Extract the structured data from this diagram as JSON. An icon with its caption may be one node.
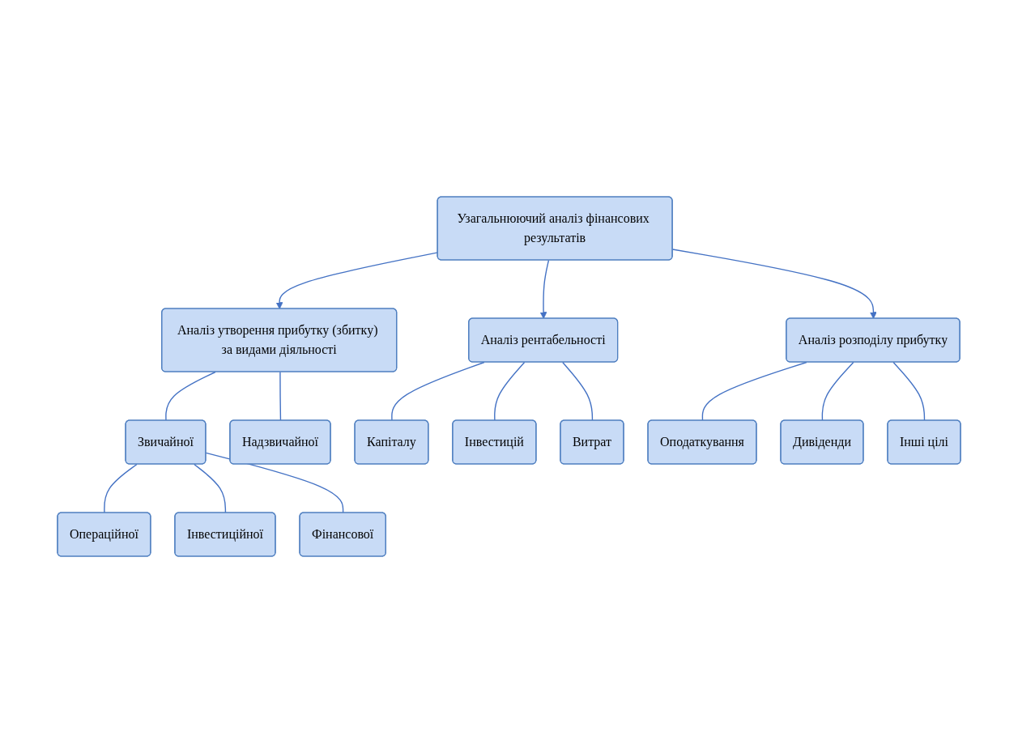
{
  "diagram": {
    "nodes": [
      {
        "text": [
          "Узагальнюючий аналіз фінансових результатів"
        ]
      },
      {
        "text": [
          "Аналіз утворення прибутку (збитку) за видами діяльності"
        ]
      },
      {
        "text": [
          "Аналіз рентабельності"
        ]
      },
      {
        "text": [
          "Звичайної"
        ]
      },
      {
        "text": [
          "Надзвичайної"
        ]
      },
      {
        "text": [
          "Капіталу"
        ]
      },
      {
        "text": [
          "Інвестицій"
        ]
      },
      {
        "text": [
          "Витрат"
        ]
      },
      {
        "text": [
          "Операційної"
        ]
      },
      {
        "text": [
          "Інвестиційної"
        ]
      },
      {
        "text": [
          "Фінансової"
        ]
      },
      {
        "text": [
          "Аналіз розподілу прибутку"
        ]
      },
      {
        "text": [
          "Оподаткування"
        ]
      },
      {
        "text": [
          "Дивіденди"
        ]
      },
      {
        "text": [
          "Інші цілі"
        ]
      }
    ],
    "edges": [
      {
        "from": 0,
        "to": 1,
        "arrow": "to"
      },
      {
        "from": 0,
        "to": 2,
        "arrow": "to"
      },
      {
        "from": 0,
        "to": 11,
        "arrow": "to"
      },
      {
        "from": 1,
        "to": 3,
        "arrow": "none"
      },
      {
        "from": 1,
        "to": 4,
        "arrow": "none"
      },
      {
        "from": 2,
        "to": 5,
        "arrow": "none"
      },
      {
        "from": 2,
        "to": 6,
        "arrow": "none"
      },
      {
        "from": 2,
        "to": 7,
        "arrow": "none"
      },
      {
        "from": 3,
        "to": 8,
        "arrow": "none"
      },
      {
        "from": 3,
        "to": 9,
        "arrow": "none"
      },
      {
        "from": 3,
        "to": 10,
        "arrow": "none"
      },
      {
        "from": 11,
        "to": 12,
        "arrow": "none"
      },
      {
        "from": 11,
        "to": 13,
        "arrow": "none"
      },
      {
        "from": 11,
        "to": 14,
        "arrow": "none"
      }
    ]
  }
}
